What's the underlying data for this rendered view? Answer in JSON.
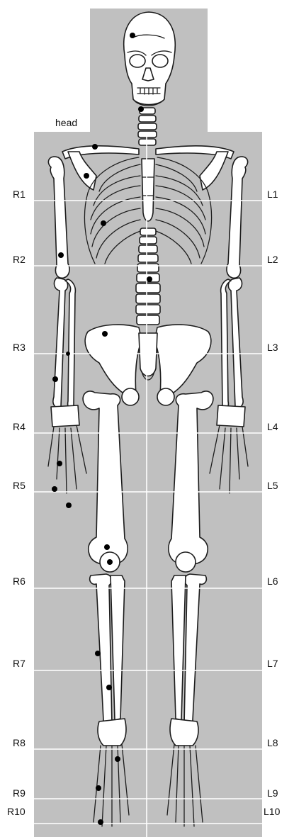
{
  "colors": {
    "panel": "#c0c0c0",
    "grid": "#ffffff",
    "bone_fill": "#ffffff",
    "bone_outline": "#1c1c1c",
    "marker": "#000000",
    "text": "#111111"
  },
  "head_label": "head",
  "right_labels": [
    "R1",
    "R2",
    "R3",
    "R4",
    "R5",
    "R6",
    "R7",
    "R8",
    "R9",
    "R10"
  ],
  "left_labels": [
    "L1",
    "L2",
    "L3",
    "L4",
    "L5",
    "L6",
    "L7",
    "L8",
    "L9",
    "L10"
  ]
}
